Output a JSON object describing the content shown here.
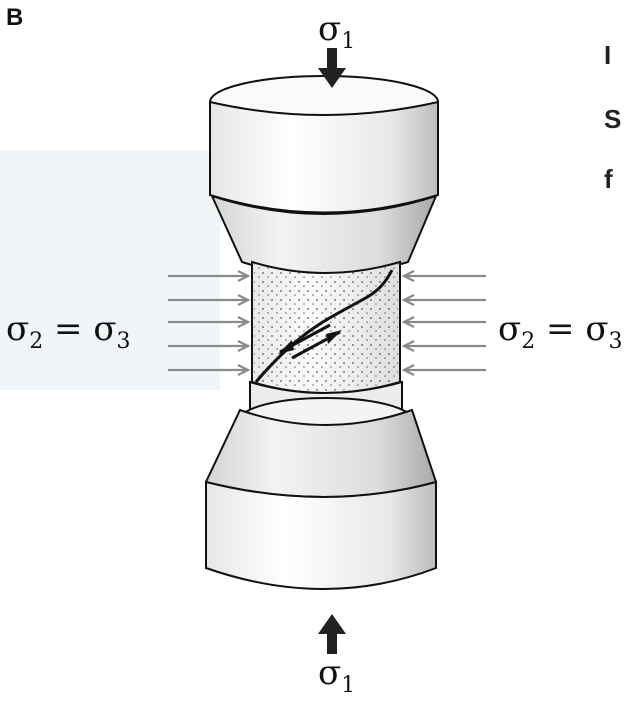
{
  "panel_label": "B",
  "labels": {
    "sigma_symbol": "σ",
    "sub_1": "1",
    "sub_2": "2",
    "sub_3": "3",
    "equals": " = "
  },
  "edge_letters": [
    "I",
    "S",
    "f"
  ],
  "colors": {
    "ink": "#111111",
    "arrow_grey": "#8a8a8a",
    "cap_light": "#f7f7f7",
    "cap_shade": "#c9c9c9",
    "sample_fill": "#f2f2f2",
    "fault_line": "#111111",
    "blue_smudge": "#d9e6ef"
  }
}
